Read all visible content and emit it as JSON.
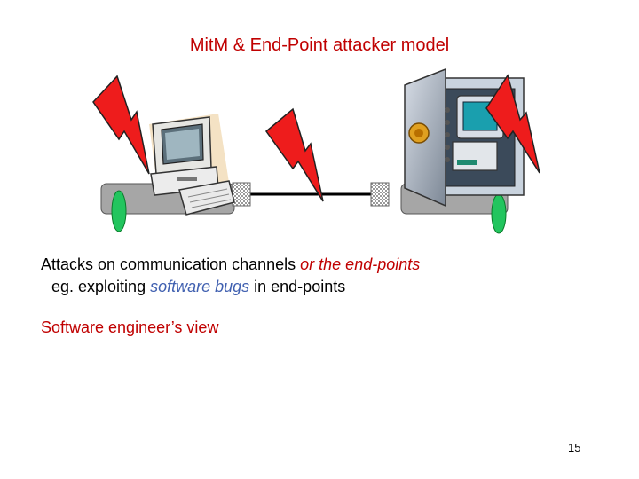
{
  "slide": {
    "title": "MitM & End-Point attacker model",
    "line1": {
      "plain": "Attacks on communication channels ",
      "emph": "or the end-points"
    },
    "line2": {
      "prefix": "eg. exploiting ",
      "emph": "software bugs",
      "suffix": " in end-points"
    },
    "line3": "Software engineer’s view",
    "page_number": "15"
  },
  "illustration": {
    "icons": [
      "computer-icon",
      "safe-with-computer-icon",
      "lightning-bolt-icon"
    ],
    "colors": {
      "bolt_red": "#ee1c1c",
      "platform_gray": "#a6a6a6",
      "endpoint_green": "#22c55e",
      "cable_black": "#000000"
    }
  }
}
